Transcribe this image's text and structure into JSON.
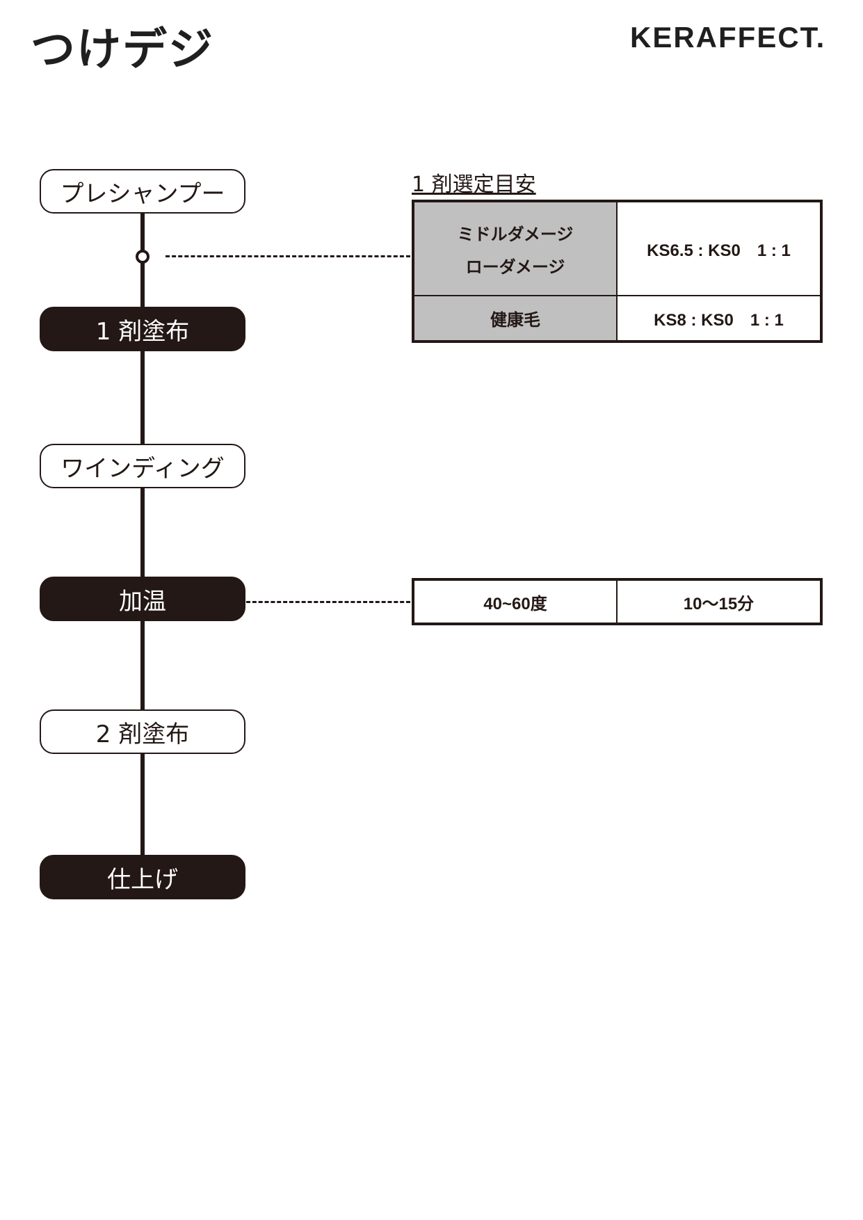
{
  "header": {
    "title": "つけデジ",
    "brand": "KERAFFECT."
  },
  "flow": [
    {
      "label": "プレシャンプー",
      "style": "outline"
    },
    {
      "label": "1 剤塗布",
      "style": "filled"
    },
    {
      "label": "ワインディング",
      "style": "outline"
    },
    {
      "label": "加温",
      "style": "filled"
    },
    {
      "label": "2 剤塗布",
      "style": "outline"
    },
    {
      "label": "仕上げ",
      "style": "filled"
    }
  ],
  "selection_table": {
    "caption": "1 剤選定目安",
    "rows": [
      {
        "condition_lines": [
          "ミドルダメージ",
          "ローダメージ"
        ],
        "ratio": "KS6.5 : KS0　1 : 1"
      },
      {
        "condition_lines": [
          "健康毛"
        ],
        "ratio": "KS8 : KS0　1 : 1"
      }
    ]
  },
  "heating_table": {
    "temperature": "40~60度",
    "time": "10〜15分"
  },
  "colors": {
    "dark": "#231815",
    "gray_cell": "#c0c0c0",
    "background": "#ffffff"
  }
}
